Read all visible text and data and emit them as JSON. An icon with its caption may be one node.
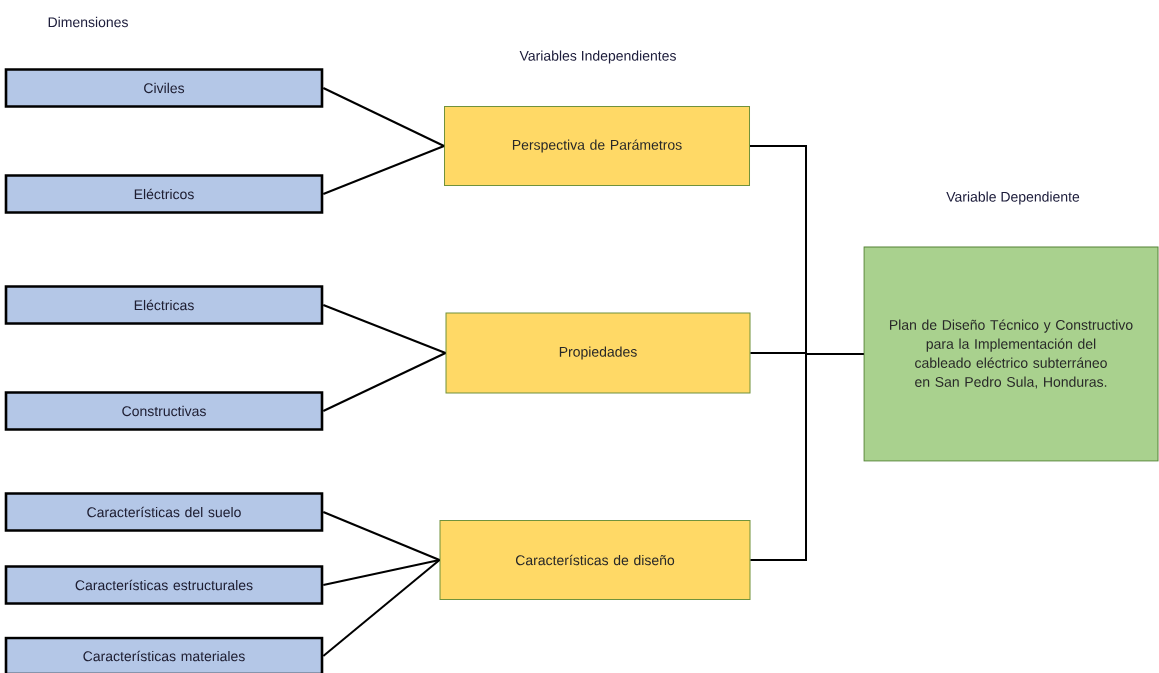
{
  "diagram": {
    "nodes": [
      {
        "text": [
          "Civiles"
        ]
      },
      {
        "text": [
          "Eléctricos"
        ]
      },
      {
        "text": [
          "Eléctricas"
        ]
      },
      {
        "text": [
          "Constructivas"
        ]
      },
      {
        "text": [
          "Características del suelo"
        ]
      },
      {
        "text": [
          "Características estructurales"
        ]
      },
      {
        "text": [
          "Características materiales"
        ]
      },
      {
        "text": [
          "Perspectiva de Parámetros"
        ]
      },
      {
        "text": [
          "Propiedades"
        ]
      },
      {
        "text": [
          "Características de diseño"
        ]
      },
      {
        "text": [
          "Plan de Diseño Técnico y Constructivo para la Implementación del cableado eléctrico subterráneo en San Pedro Sula, Honduras."
        ]
      }
    ],
    "edges": [
      {
        "from": 0,
        "to": 7,
        "arrow": "none"
      },
      {
        "from": 1,
        "to": 7,
        "arrow": "none"
      },
      {
        "from": 2,
        "to": 8,
        "arrow": "none"
      },
      {
        "from": 3,
        "to": 8,
        "arrow": "none"
      },
      {
        "from": 4,
        "to": 9,
        "arrow": "none"
      },
      {
        "from": 5,
        "to": 9,
        "arrow": "none"
      },
      {
        "from": 6,
        "to": 9,
        "arrow": "none"
      },
      {
        "from": 7,
        "to": 10,
        "arrow": "none"
      },
      {
        "from": 8,
        "to": 10,
        "arrow": "none"
      },
      {
        "from": 9,
        "to": 10,
        "arrow": "none"
      }
    ],
    "labels": [
      "Dimensiones",
      "Variables Independientes",
      "Variable Dependiente"
    ]
  }
}
